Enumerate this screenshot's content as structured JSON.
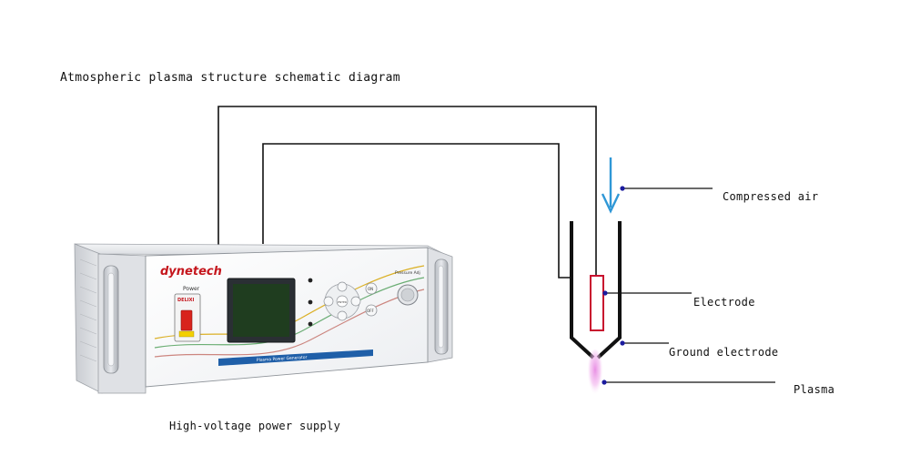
{
  "title": "Atmospheric plasma structure schematic diagram",
  "labels": {
    "power_supply": "High-voltage power supply",
    "compressed_air": "Compressed air",
    "electrode": "Electrode",
    "ground_electrode": "Ground electrode",
    "plasma": "Plasma"
  },
  "device": {
    "brand": "dynetech",
    "power_label": "Power",
    "breaker_brand": "DELIXI",
    "knob_label": "Pressure Adj",
    "button_on": "ON",
    "button_off": "OFF",
    "button_enter": "ENTER",
    "panel_caption": "Plasma Power Generator"
  },
  "colors": {
    "wire": "#111111",
    "airflow_arrow": "#2f97d6",
    "electrode_outline": "#c8102e",
    "plasma": "#e78ae2",
    "marker_dot": "#1b1b9e",
    "brand": "#c5161d",
    "screen": "#1f3d1f"
  }
}
